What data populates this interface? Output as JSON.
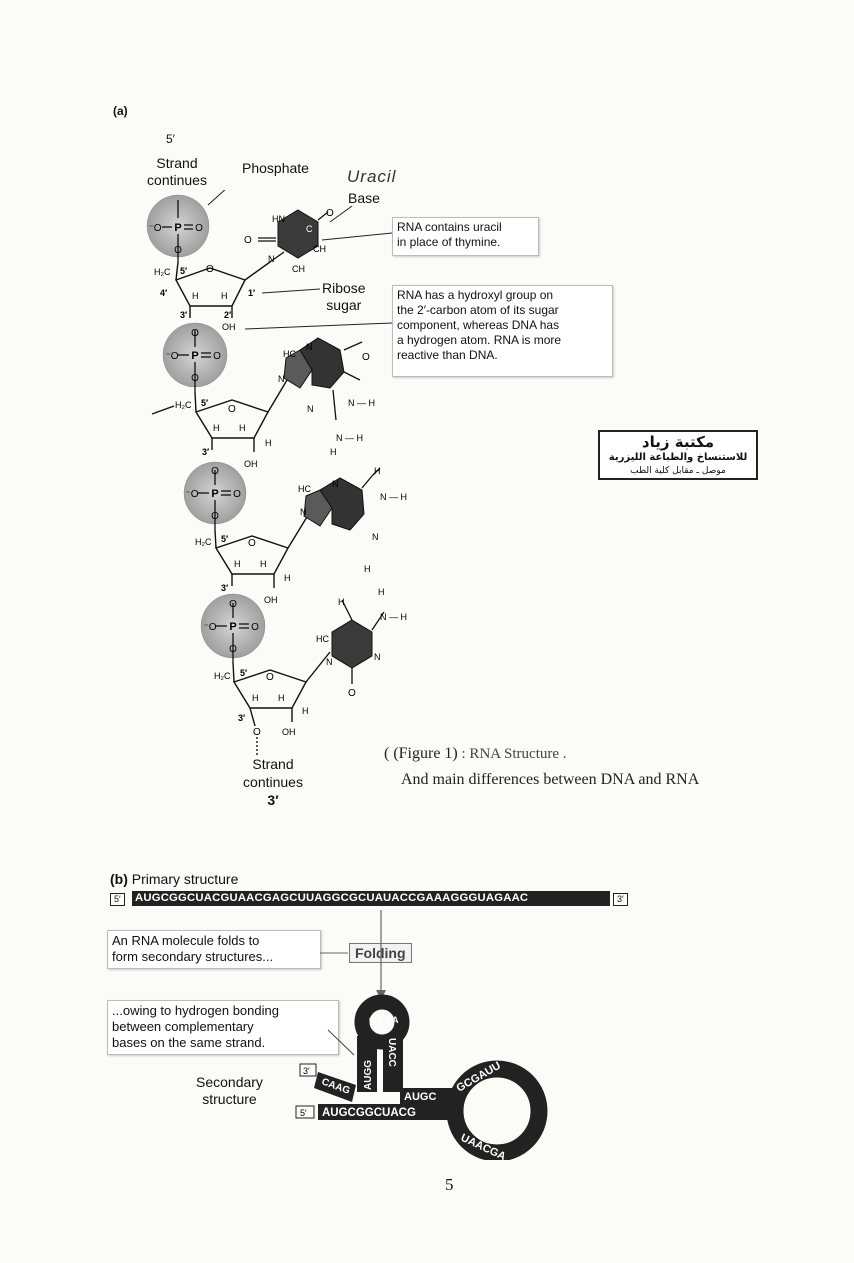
{
  "panel_a": {
    "label": "(a)",
    "top_end": "5′",
    "strand_top": [
      "Strand",
      "continues"
    ],
    "phosphate": "Phosphate",
    "uracil_handwritten": "Uracil",
    "base": "Base",
    "ribose": [
      "Ribose",
      "sugar"
    ],
    "callout_uracil": [
      "RNA contains uracil",
      "in place of thymine."
    ],
    "callout_hydroxyl": [
      "RNA has a hydroxyl group on",
      "the 2′-carbon atom of its sugar",
      "component, whereas DNA has",
      "a hydrogen atom. RNA is more",
      "reactive than DNA."
    ],
    "strand_bottom": [
      "Strand",
      "continues"
    ],
    "bottom_end": "3′",
    "chem": {
      "P": "P",
      "O": "O",
      "Ominus": "⁻O",
      "H2C": "H₂C",
      "five": "5′",
      "four": "4′",
      "three": "3′",
      "two": "2′",
      "one": "1′",
      "H": "H",
      "OH": "OH",
      "HN": "HN",
      "HC": "HC",
      "CH": "CH",
      "N": "N",
      "C": "C",
      "NH": "N — H"
    }
  },
  "figure_caption": {
    "line1_prefix": "( (Figure 1)",
    "line1_suffix": " : RNA Structure .",
    "line2": "And main differences between DNA and RNA"
  },
  "stamp": {
    "line1": "مكتبة زياد",
    "line2": "للاستنساخ والطباعة الليزرية",
    "line3": "موصل ـ مقابل كلية الطب"
  },
  "panel_b": {
    "label": "(b)",
    "title": "Primary structure",
    "end5": "5′",
    "end3": "3′",
    "sequence": "AUGCGGCUACGUAACGAGCUUAGGCGCUAUACCGAAAGGGUAGAAC",
    "callout_fold": [
      "An RNA molecule folds to",
      "form secondary structures..."
    ],
    "folding": "Folding",
    "callout_bond": [
      "...owing to hydrogen bonding",
      "between complementary",
      "bases on the same strand."
    ],
    "secondary": [
      "Secondary",
      "structure"
    ],
    "stem_bottom": "AUGCGGCUACG",
    "stem_top": "CAAG",
    "hairpin_left": "AUGG",
    "hairpin_right": "UACC",
    "hairpin_loop": "GAAA",
    "inner_stem": "AUGC",
    "loop_top": "GCGAUU",
    "loop_bottom": "UAACGA"
  },
  "page_number": "5"
}
